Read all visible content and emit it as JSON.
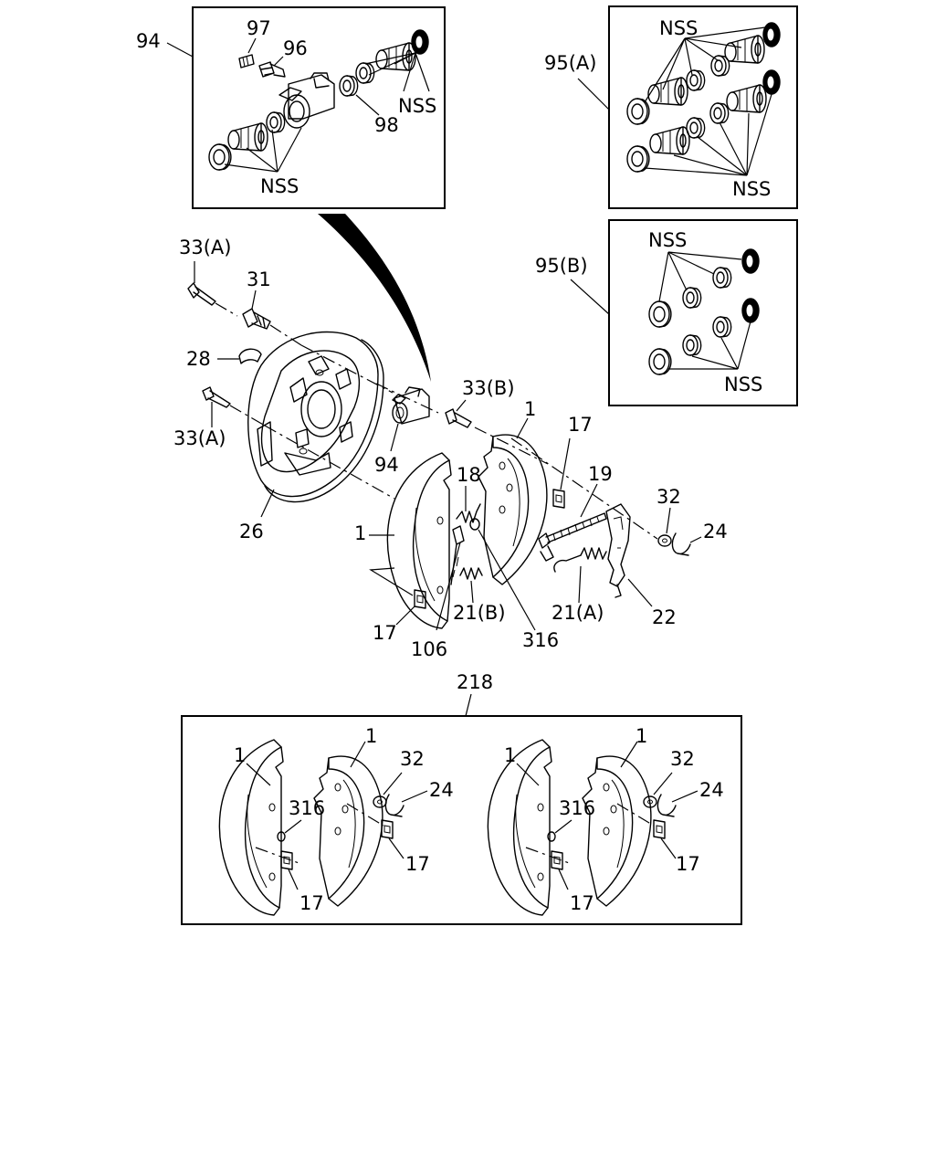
{
  "labels": {
    "top_94": "94",
    "p97": "97",
    "p96": "96",
    "p98": "98",
    "nss_top_right": "NSS",
    "nss_top_bottom": "NSS",
    "k95a": "95(A)",
    "nss_95a_top": "NSS",
    "nss_95a_bottom": "NSS",
    "k95b": "95(B)",
    "nss_95b_top": "NSS",
    "nss_95b_bottom": "NSS",
    "p33a_top": "33(A)",
    "p31": "31",
    "p28": "28",
    "p33a_mid": "33(A)",
    "p26": "26",
    "p94_mid": "94",
    "p33b": "33(B)",
    "p1_right": "1",
    "p17_right": "17",
    "p19": "19",
    "p32": "32",
    "p24": "24",
    "p18": "18",
    "p1_left": "1",
    "p17_left": "17",
    "p106": "106",
    "p21b": "21(B)",
    "p316": "316",
    "p21a": "21(A)",
    "p22": "22",
    "kit218": "218",
    "kA_1_left": "1",
    "kA_1_right": "1",
    "kA_32": "32",
    "kA_24": "24",
    "kA_316": "316",
    "kA_17_right": "17",
    "kA_17_bottom": "17",
    "kB_1_left": "1",
    "kB_1_right": "1",
    "kB_32": "32",
    "kB_24": "24",
    "kB_316": "316",
    "kB_17_right": "17",
    "kB_17_bottom": "17"
  }
}
